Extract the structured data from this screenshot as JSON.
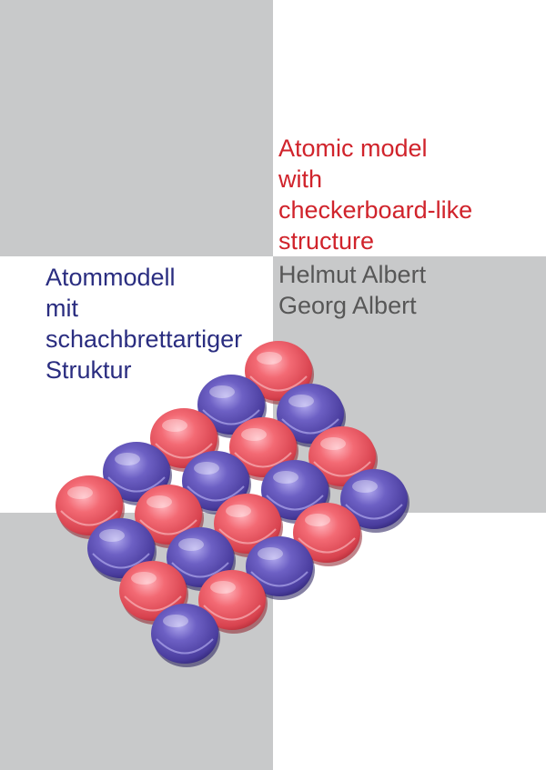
{
  "title_en": {
    "lines": [
      "Atomic model",
      "with",
      "checkerboard-like",
      "structure"
    ],
    "color": "#d0232b"
  },
  "title_de": {
    "lines": [
      "Atommodell",
      "mit",
      "schachbrettartiger",
      "Struktur"
    ],
    "color": "#2a2d80"
  },
  "authors": [
    "Helmut Albert",
    "Georg Albert"
  ],
  "colors": {
    "background_gray": "#c8c9ca",
    "background_white": "#ffffff",
    "atom_red": "#e8515c",
    "atom_blue": "#5548a8",
    "author_text": "#575757"
  },
  "illustration": {
    "name": "checkerboard-atom-lattice",
    "rows": 4,
    "columns": 5,
    "pattern": "alternating red and blue glossy spheres"
  }
}
